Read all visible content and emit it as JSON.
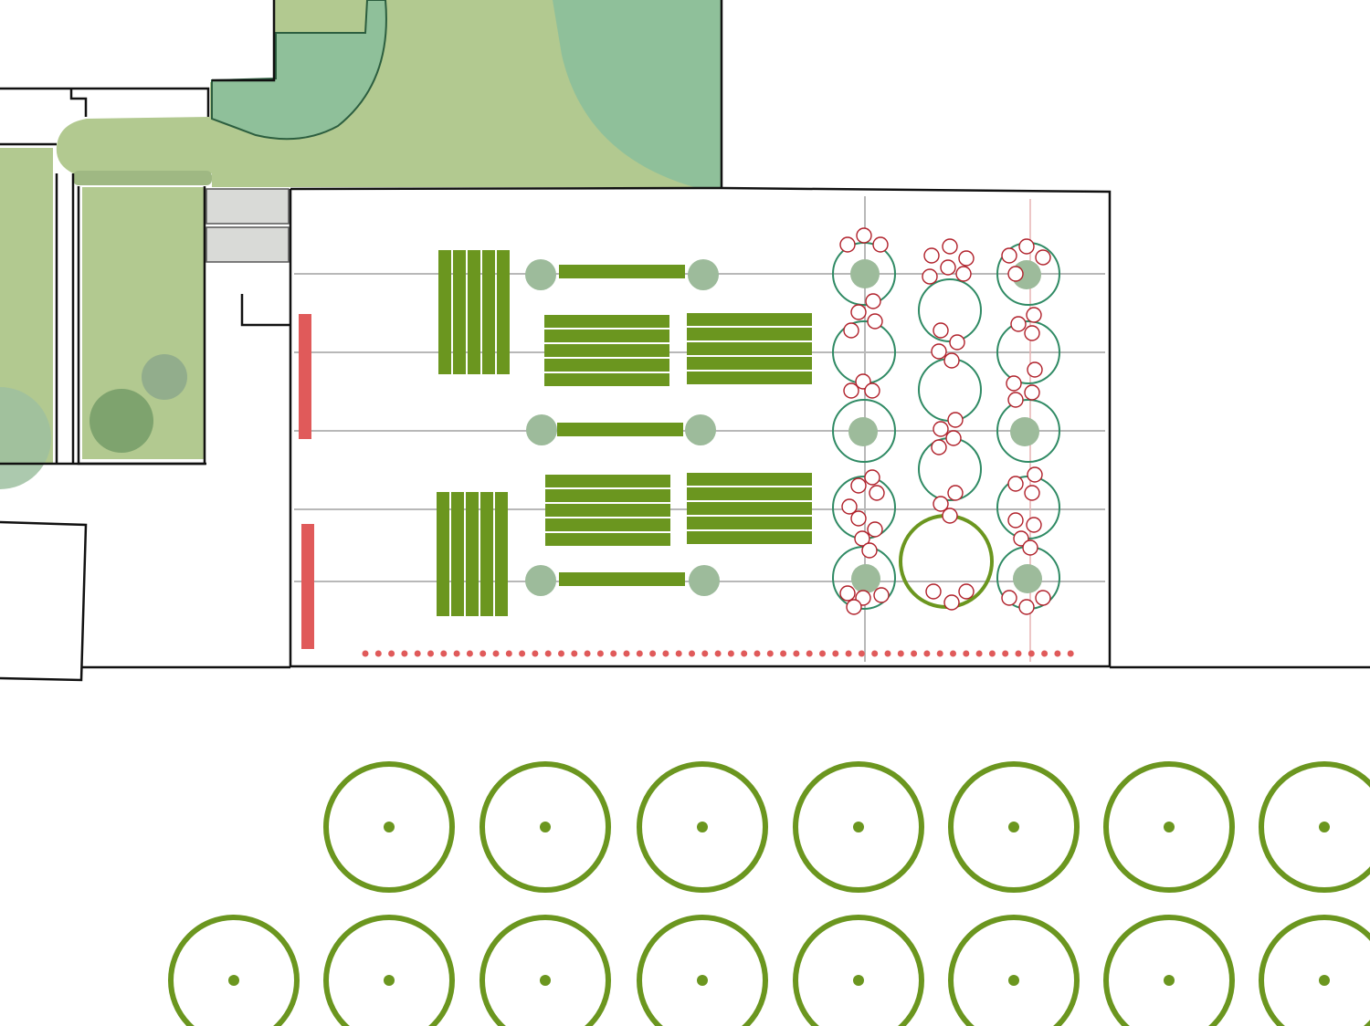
{
  "drawing": {
    "kind": "landscape site plan",
    "text_labels": []
  },
  "colors": {
    "lawn": "#b2c990",
    "teal_planting": "#8fc09a",
    "lawn_shadow": "#9fb883",
    "canopy_dark": "#7ea36e",
    "canopy_grey": "#92ad8c",
    "paving": "#d9dad7",
    "outline": "#111111",
    "bench_green": "#6b961f",
    "tree_ring_green": "#2f8a64",
    "shrub_red": "#b0202a",
    "hedge_red": "#e05a5a",
    "grid_line": "#b8b8b8",
    "canopy_fill": "#9ec0a0"
  },
  "legend_elements": [
    "lawn-area",
    "planting-bed",
    "paving-slab",
    "bench",
    "small-tree",
    "tree-ring",
    "shrub",
    "hedge",
    "bollard-row",
    "street-tree"
  ],
  "counts": {
    "bench_groups": 8,
    "street_trees": 15
  }
}
